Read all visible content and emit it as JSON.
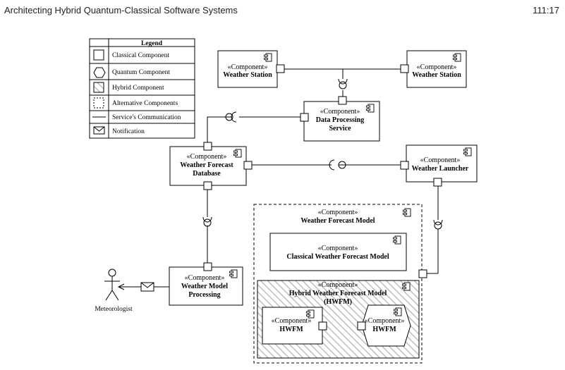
{
  "header": {
    "title": "Architecting Hybrid Quantum-Classical Software Systems",
    "page": "111:17"
  },
  "legend": {
    "title": "Legend",
    "items": [
      {
        "symbol": "square",
        "label": "Classical Component"
      },
      {
        "symbol": "hexagon",
        "label": "Quantum Component"
      },
      {
        "symbol": "hatched-square",
        "label": "Hybrid Component"
      },
      {
        "symbol": "dashed-square",
        "label": "Alternative Components"
      },
      {
        "symbol": "line",
        "label": "Service's Communication"
      },
      {
        "symbol": "envelope",
        "label": "Notification"
      }
    ]
  },
  "stereotype": "«Component»",
  "components": {
    "weather_station_1": {
      "name": "Weather Station"
    },
    "weather_station_2": {
      "name": "Weather Station"
    },
    "data_processing": {
      "name_line1": "Data Processing",
      "name_line2": "Service"
    },
    "forecast_db": {
      "name_line1": "Weather Forecast",
      "name_line2": "Database"
    },
    "weather_launcher": {
      "name": "Weather Launcher"
    },
    "forecast_model": {
      "name": "Weather Forecast Model"
    },
    "classical_model": {
      "name": "Classical Weather Forecast Model"
    },
    "hybrid_model": {
      "name_line1": "Hybrid Weather Forecast Model",
      "name_line2": "(HWFM)"
    },
    "hwfm_classical": {
      "name": "HWFM"
    },
    "hwfm_quantum": {
      "name": "HWFM"
    },
    "model_processing": {
      "name_line1": "Weather Model",
      "name_line2": "Processing"
    }
  },
  "actor": {
    "name": "Meteorologist"
  }
}
